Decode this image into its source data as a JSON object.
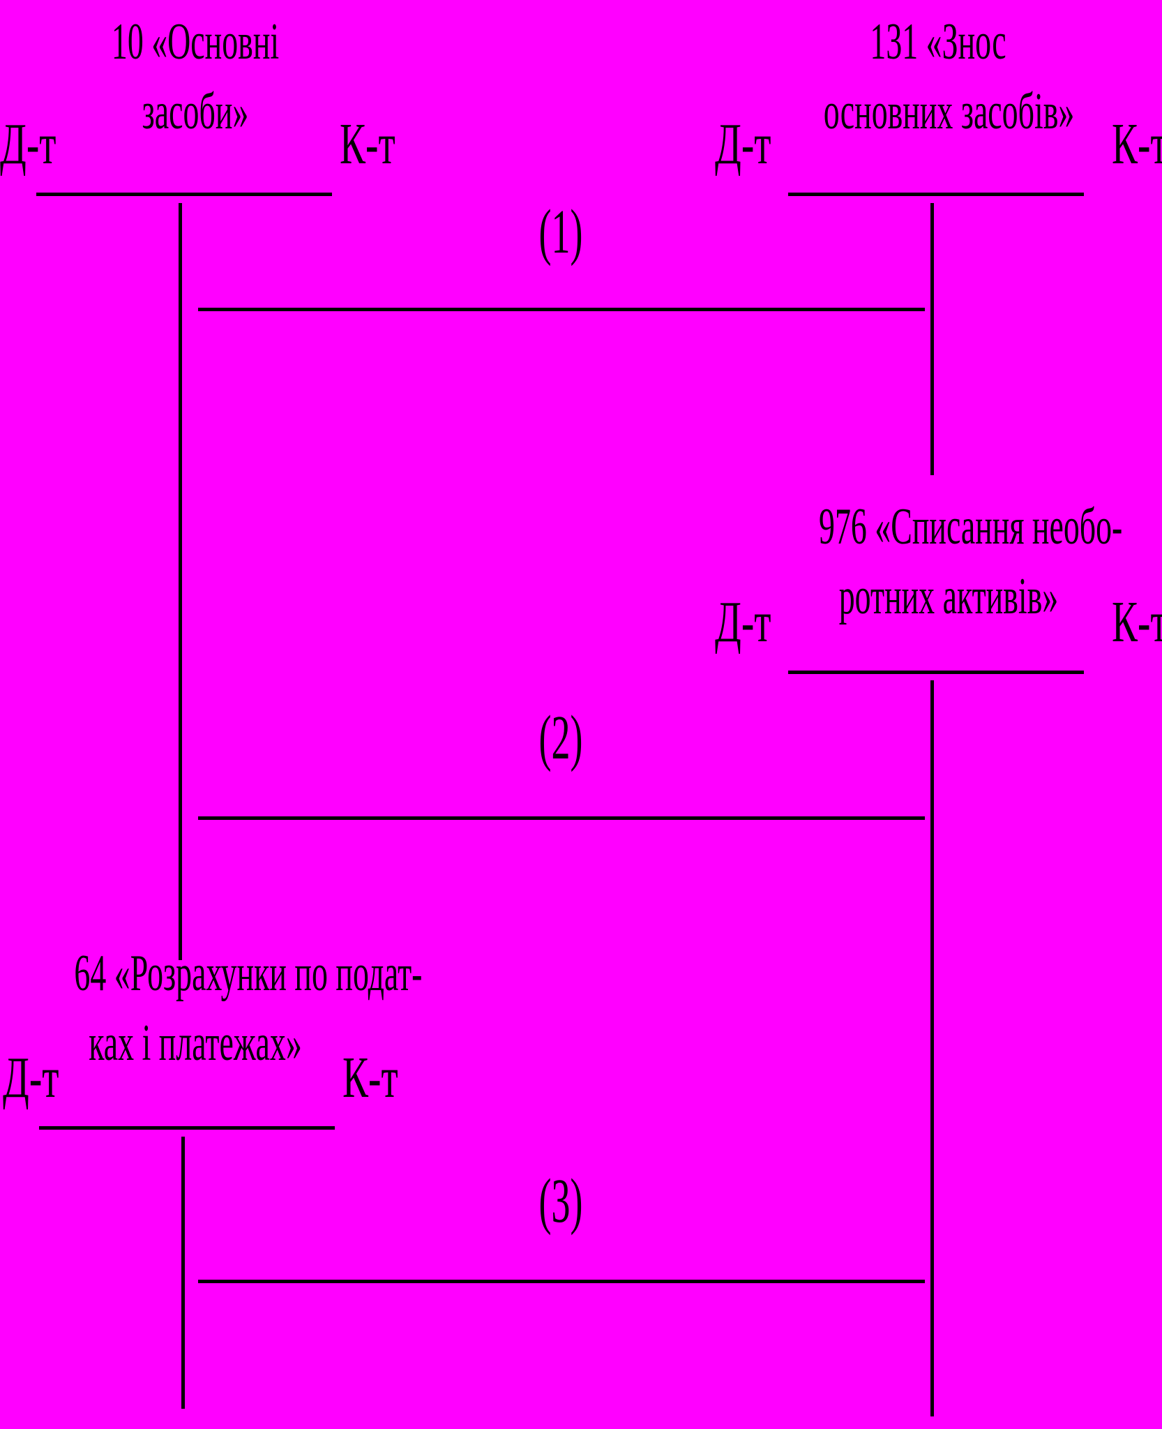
{
  "accounts": {
    "a10": {
      "line1": "10 «Основні",
      "line2": "засоби»",
      "debit": "Д-т",
      "credit": "К-т"
    },
    "a131": {
      "line1": "131 «Знос",
      "line2": "основних засобів»",
      "debit": "Д-т",
      "credit": "К-т"
    },
    "a976": {
      "line1": "976 «Списання необо-",
      "line2": "ротних активів»",
      "debit": "Д-т",
      "credit": "К-т"
    },
    "a64": {
      "line1": "64 «Розрахунки по подат-",
      "line2": "ках і платежах»",
      "debit": "Д-т",
      "credit": "К-т"
    }
  },
  "entries": [
    "(1)",
    "(2)",
    "(3)"
  ]
}
